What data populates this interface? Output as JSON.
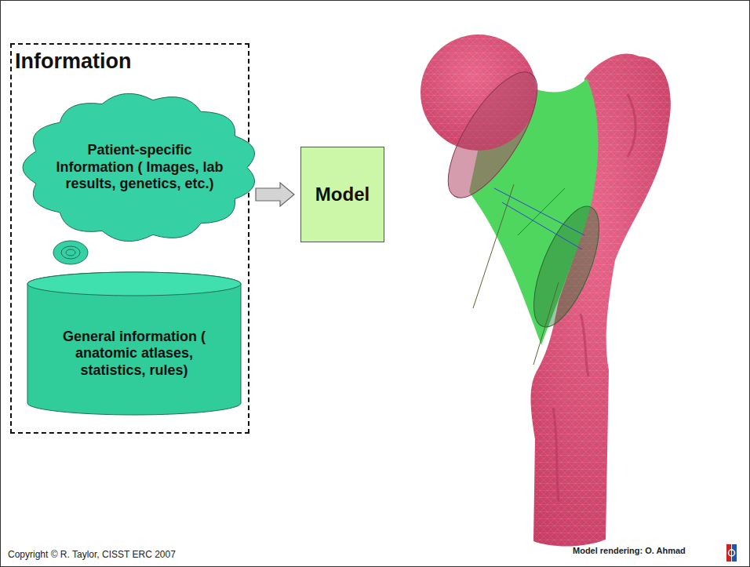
{
  "diagram": {
    "nodes": [
      {
        "text": [
          "Information"
        ]
      },
      {
        "text": [
          "Patient-specific Information ( Images, lab results, genetics, etc.)"
        ],
        "in": 0
      },
      {
        "text": [
          "General information ( anatomic atlases, statistics, rules)"
        ],
        "in": 0
      },
      {
        "text": [
          "Model"
        ]
      }
    ],
    "edges": [
      {
        "from": 0,
        "to": 3,
        "arrow": "to"
      }
    ],
    "labels": [
      "Copyright © R. Taylor, CISST ERC 2007",
      "Model rendering: O. Ahmad"
    ]
  }
}
